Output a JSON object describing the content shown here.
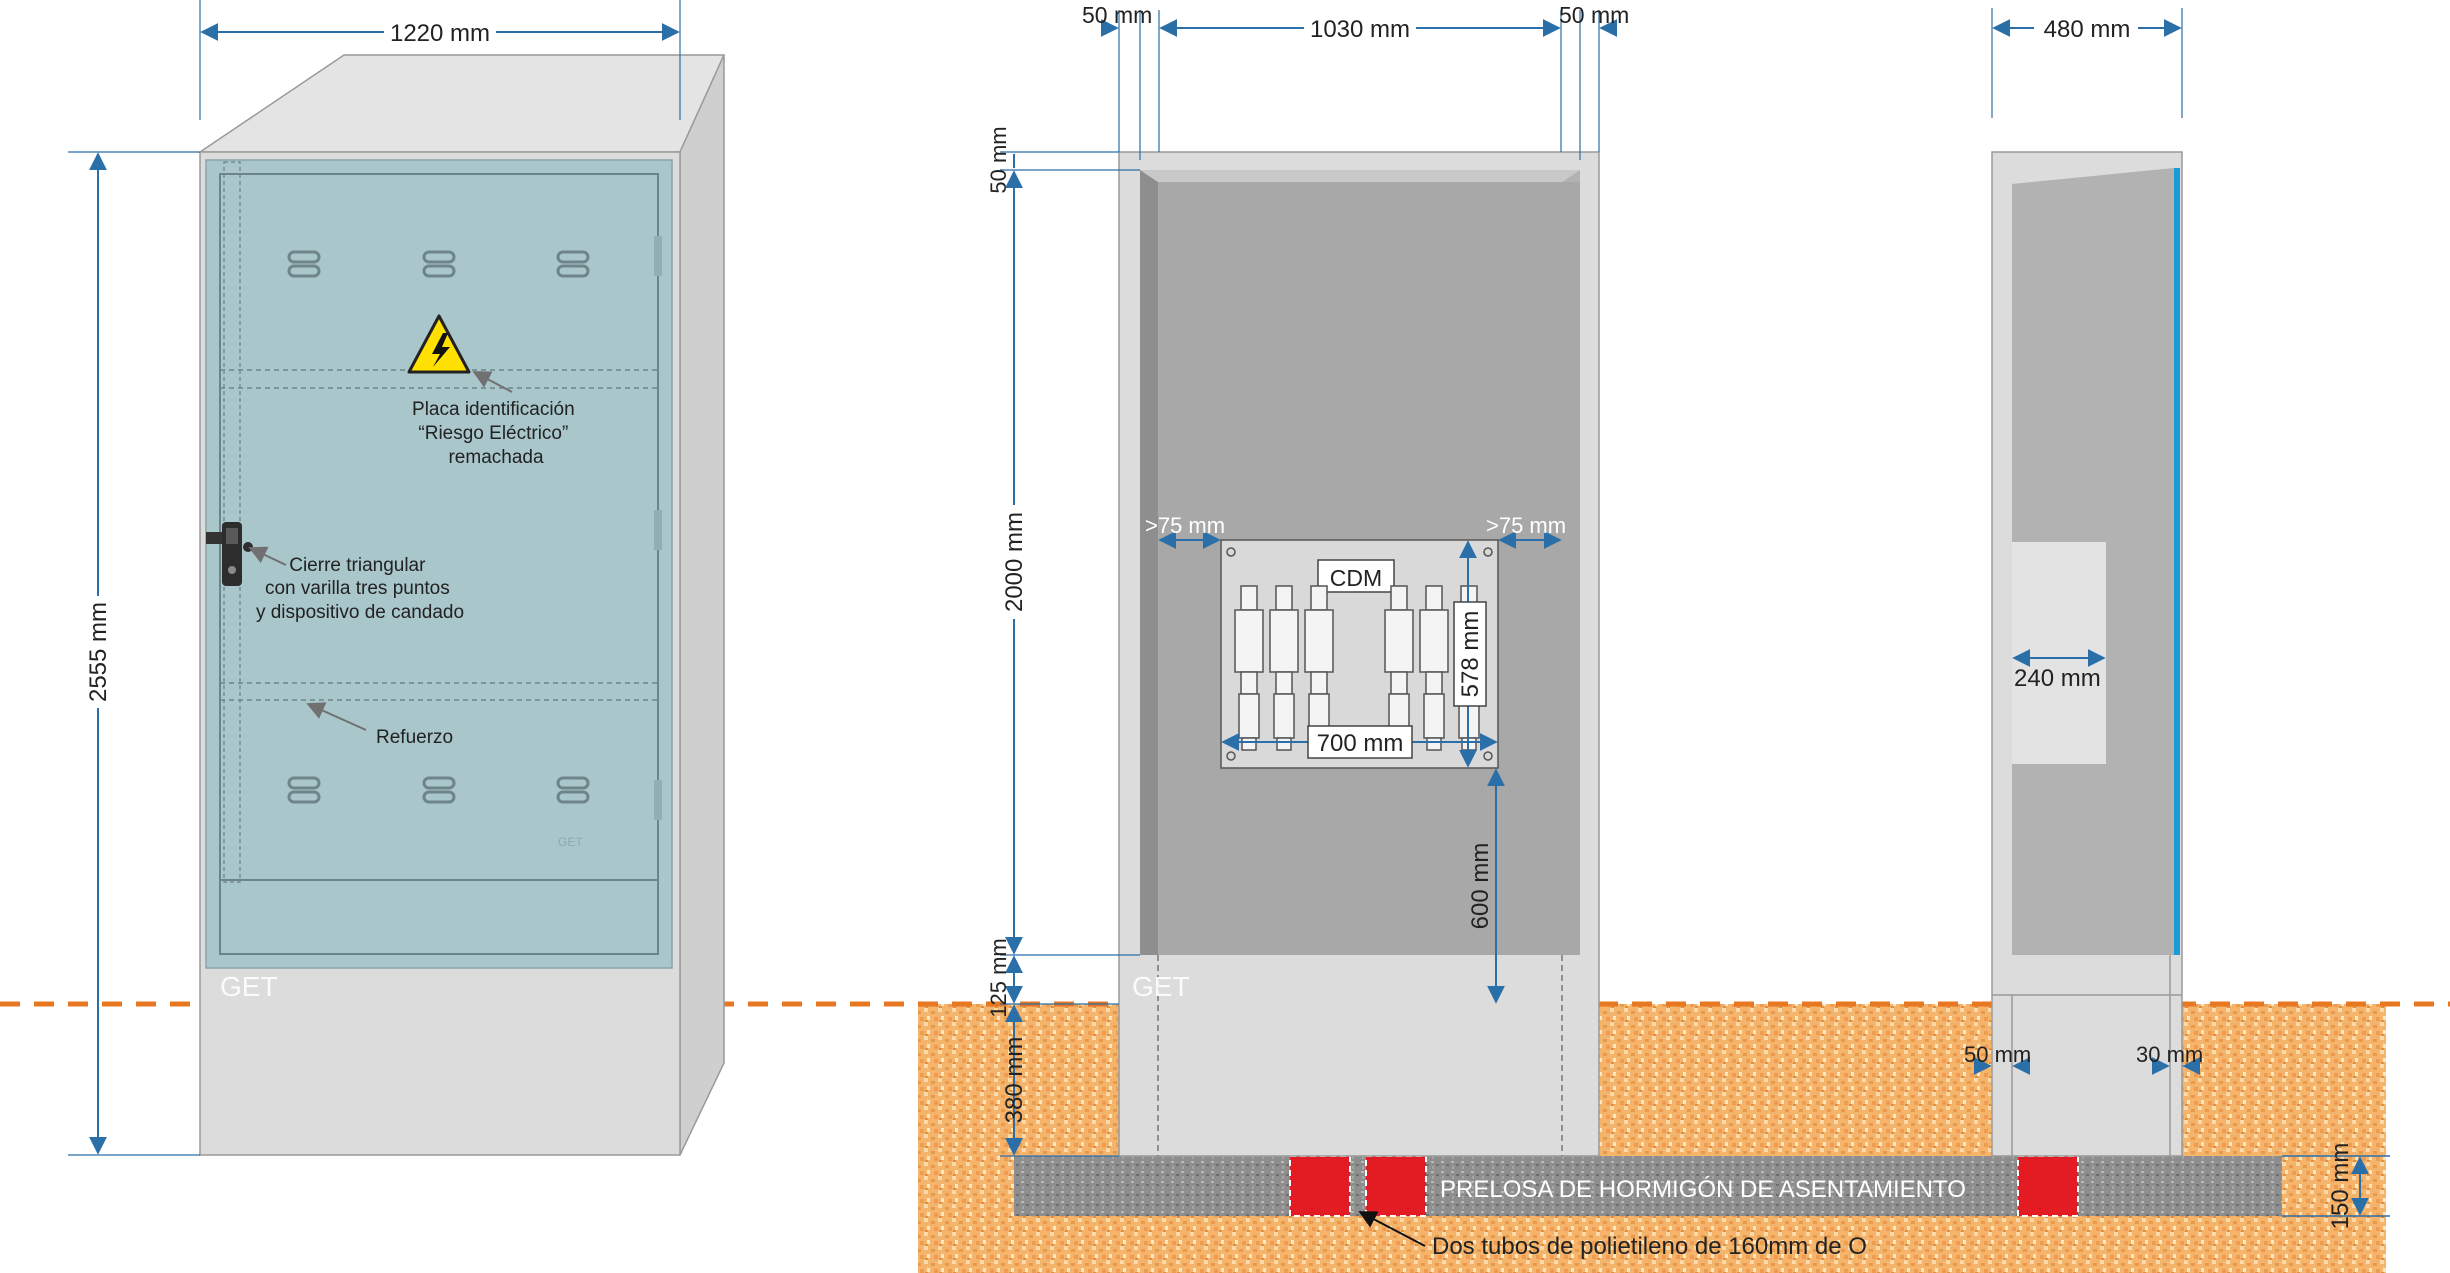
{
  "front_view": {
    "width_label": "1220 mm",
    "height_label": "2555 mm",
    "warning_label": [
      "Placa identificación",
      "“Riesgo Eléctrico”",
      "remachada"
    ],
    "lock_label": [
      "Cierre triangular",
      "con varilla tres puntos",
      "y dispositivo de candado"
    ],
    "reinforcement_label": "Refuerzo",
    "brand": "GET",
    "brand_small": "GET"
  },
  "interior_view": {
    "left_wall_label": "50 mm",
    "inner_width_label": "1030 mm",
    "right_wall_label": "50 mm",
    "top_wall_label": "50 mm",
    "inner_height_label": "2000 mm",
    "plinth_label": "125 mm",
    "buried_label": "380 mm",
    "left_clearance_label": ">75 mm",
    "right_clearance_label": ">75 mm",
    "panel_label": "CDM",
    "panel_height_label": "578 mm",
    "panel_width_label": "700 mm",
    "panel_elevation_label": "600 mm",
    "brand": "GET"
  },
  "side_view": {
    "depth_label": "480 mm",
    "panel_depth_label": "240 mm",
    "front_gap_label": "50 mm",
    "back_gap_label": "30 mm"
  },
  "foundation": {
    "slab_label": "PRELOSA DE HORMIGÓN DE ASENTAMIENTO",
    "pipes_label": "Dos tubos de polietileno de 160mm de O",
    "slab_thickness_label": "150 mm"
  },
  "colors": {
    "cabinet": "#dcdcdc",
    "door": "#a9c6cb",
    "dimension": "#2a6fa8",
    "ground": "#f2b36a",
    "ground_line": "#e87722",
    "slab": "#8c8c8c",
    "pipe": "#e31b23",
    "side_edge": "#1a9ad6"
  }
}
